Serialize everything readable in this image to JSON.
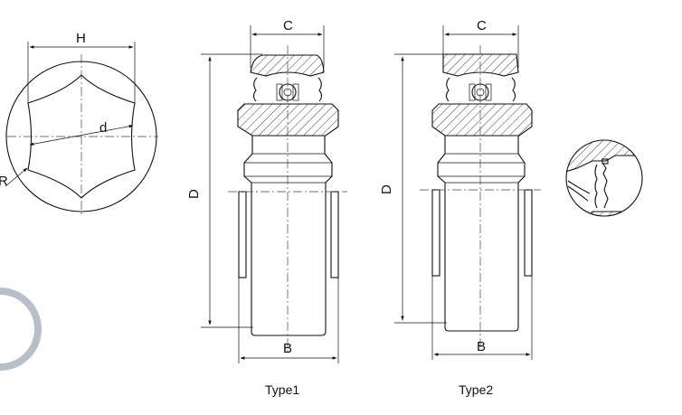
{
  "labels": {
    "H": "H",
    "d": "d",
    "R": "R",
    "C": "C",
    "D": "D",
    "B": "B"
  },
  "captions": {
    "type1": "Type1",
    "type2": "Type2"
  },
  "colors": {
    "line": "#111111",
    "centerline": "#444444",
    "edge_arc": "#b8bfc8",
    "background": "#ffffff"
  }
}
